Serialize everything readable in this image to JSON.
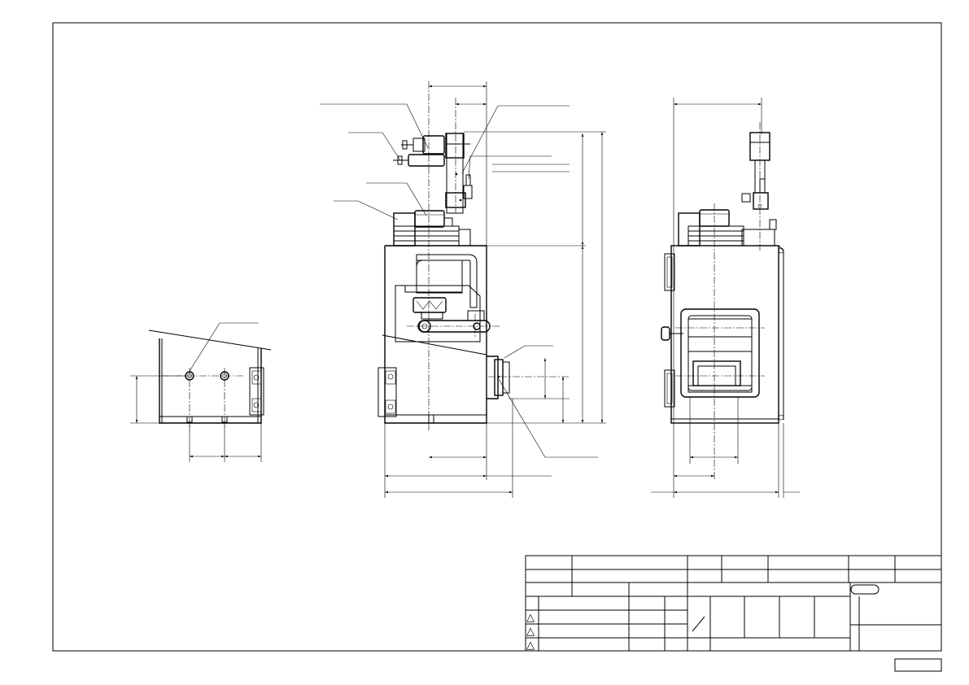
{
  "drawing": {
    "views": [
      "side-view-left",
      "front-view",
      "right-side-view"
    ],
    "title_block": {
      "revision_marks": [
        "△",
        "△",
        "△"
      ]
    },
    "colors": {
      "line": "#000000",
      "background": "#ffffff"
    }
  }
}
